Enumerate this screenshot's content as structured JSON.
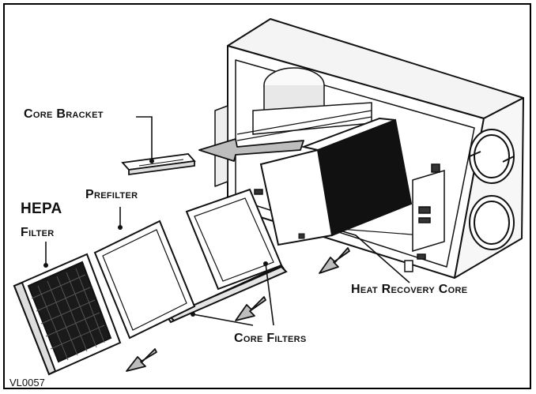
{
  "labels": {
    "core_bracket": "Core Bracket",
    "hepa": "HEPA",
    "filter": "Filter",
    "prefilter": "Prefilter",
    "heat_recovery_core": "Heat Recovery Core",
    "core_filters": "Core Filters"
  },
  "figure_code": "VL0057",
  "colors": {
    "line": "#111111",
    "arrow_fill": "#bdbdbd",
    "dark": "#111111"
  }
}
